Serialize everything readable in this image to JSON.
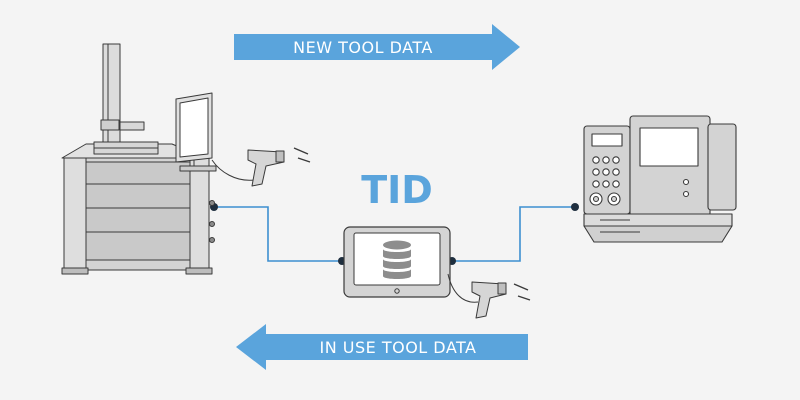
{
  "arrows": {
    "top_label": "NEW TOOL DATA",
    "bottom_label": "IN USE TOOL DATA"
  },
  "center": {
    "title": "TID"
  },
  "icons": {
    "left": "tool-presetter-machine-icon",
    "center": "tablet-database-icon",
    "right": "cnc-machine-control-icon",
    "scanner": "barcode-scanner-icon"
  },
  "colors": {
    "arrow": "#5aa4dc",
    "line": "#3d8fd0",
    "title": "#5aa4dc",
    "device_fill": "#d2d2d2",
    "outline": "#3a3a3a"
  }
}
